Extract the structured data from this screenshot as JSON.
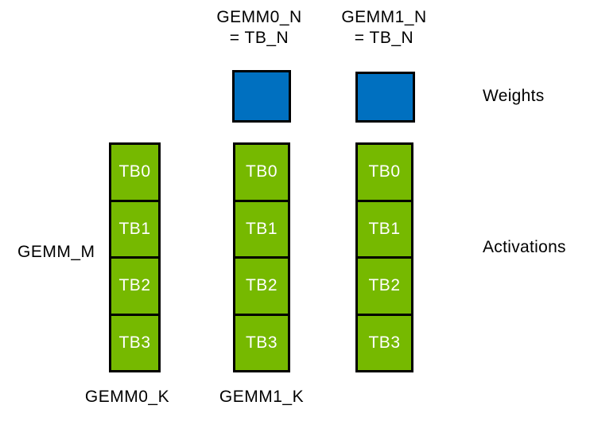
{
  "colors": {
    "weights_fill": "#0070c0",
    "activations_fill": "#76b900",
    "outline": "#000000",
    "tb_label_text": "#ffffff",
    "label_text": "#000000",
    "background": "#ffffff"
  },
  "headers": {
    "gemm0_n": "GEMM0_N\n= TB_N",
    "gemm1_n": "GEMM1_N\n= TB_N"
  },
  "side_labels": {
    "weights": "Weights",
    "activations": "Activations",
    "gemm_m": "GEMM_M"
  },
  "bottom_labels": {
    "gemm0_k": "GEMM0_K",
    "gemm1_k": "GEMM1_K"
  },
  "weights_blocks": [
    {
      "name": "weights-block-gemm0"
    },
    {
      "name": "weights-block-gemm1"
    }
  ],
  "activation_columns": [
    {
      "name": "activation-column-1",
      "blocks": [
        "TB0",
        "TB1",
        "TB2",
        "TB3"
      ]
    },
    {
      "name": "activation-column-2",
      "blocks": [
        "TB0",
        "TB1",
        "TB2",
        "TB3"
      ]
    },
    {
      "name": "activation-column-3",
      "blocks": [
        "TB0",
        "TB1",
        "TB2",
        "TB3"
      ]
    }
  ]
}
